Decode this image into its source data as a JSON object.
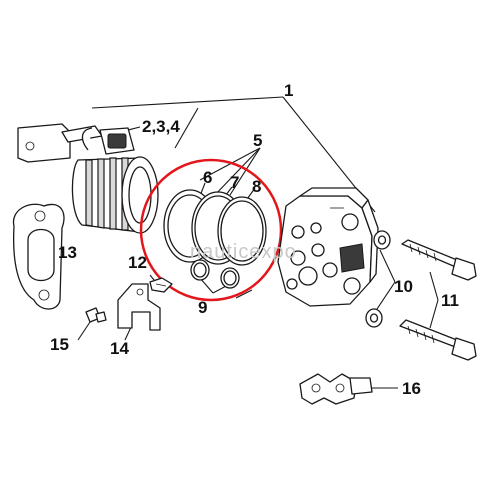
{
  "diagram": {
    "watermark": "nauticexpo",
    "highlight_color": "#e3161b",
    "callouts": {
      "c1": "1",
      "c234": "2,3,4",
      "c5": "5",
      "c6": "6",
      "c7": "7",
      "c8": "8",
      "c9": "9",
      "c10": "10",
      "c11": "11",
      "c12": "12",
      "c13": "13",
      "c14": "14",
      "c15": "15",
      "c16": "16"
    }
  }
}
